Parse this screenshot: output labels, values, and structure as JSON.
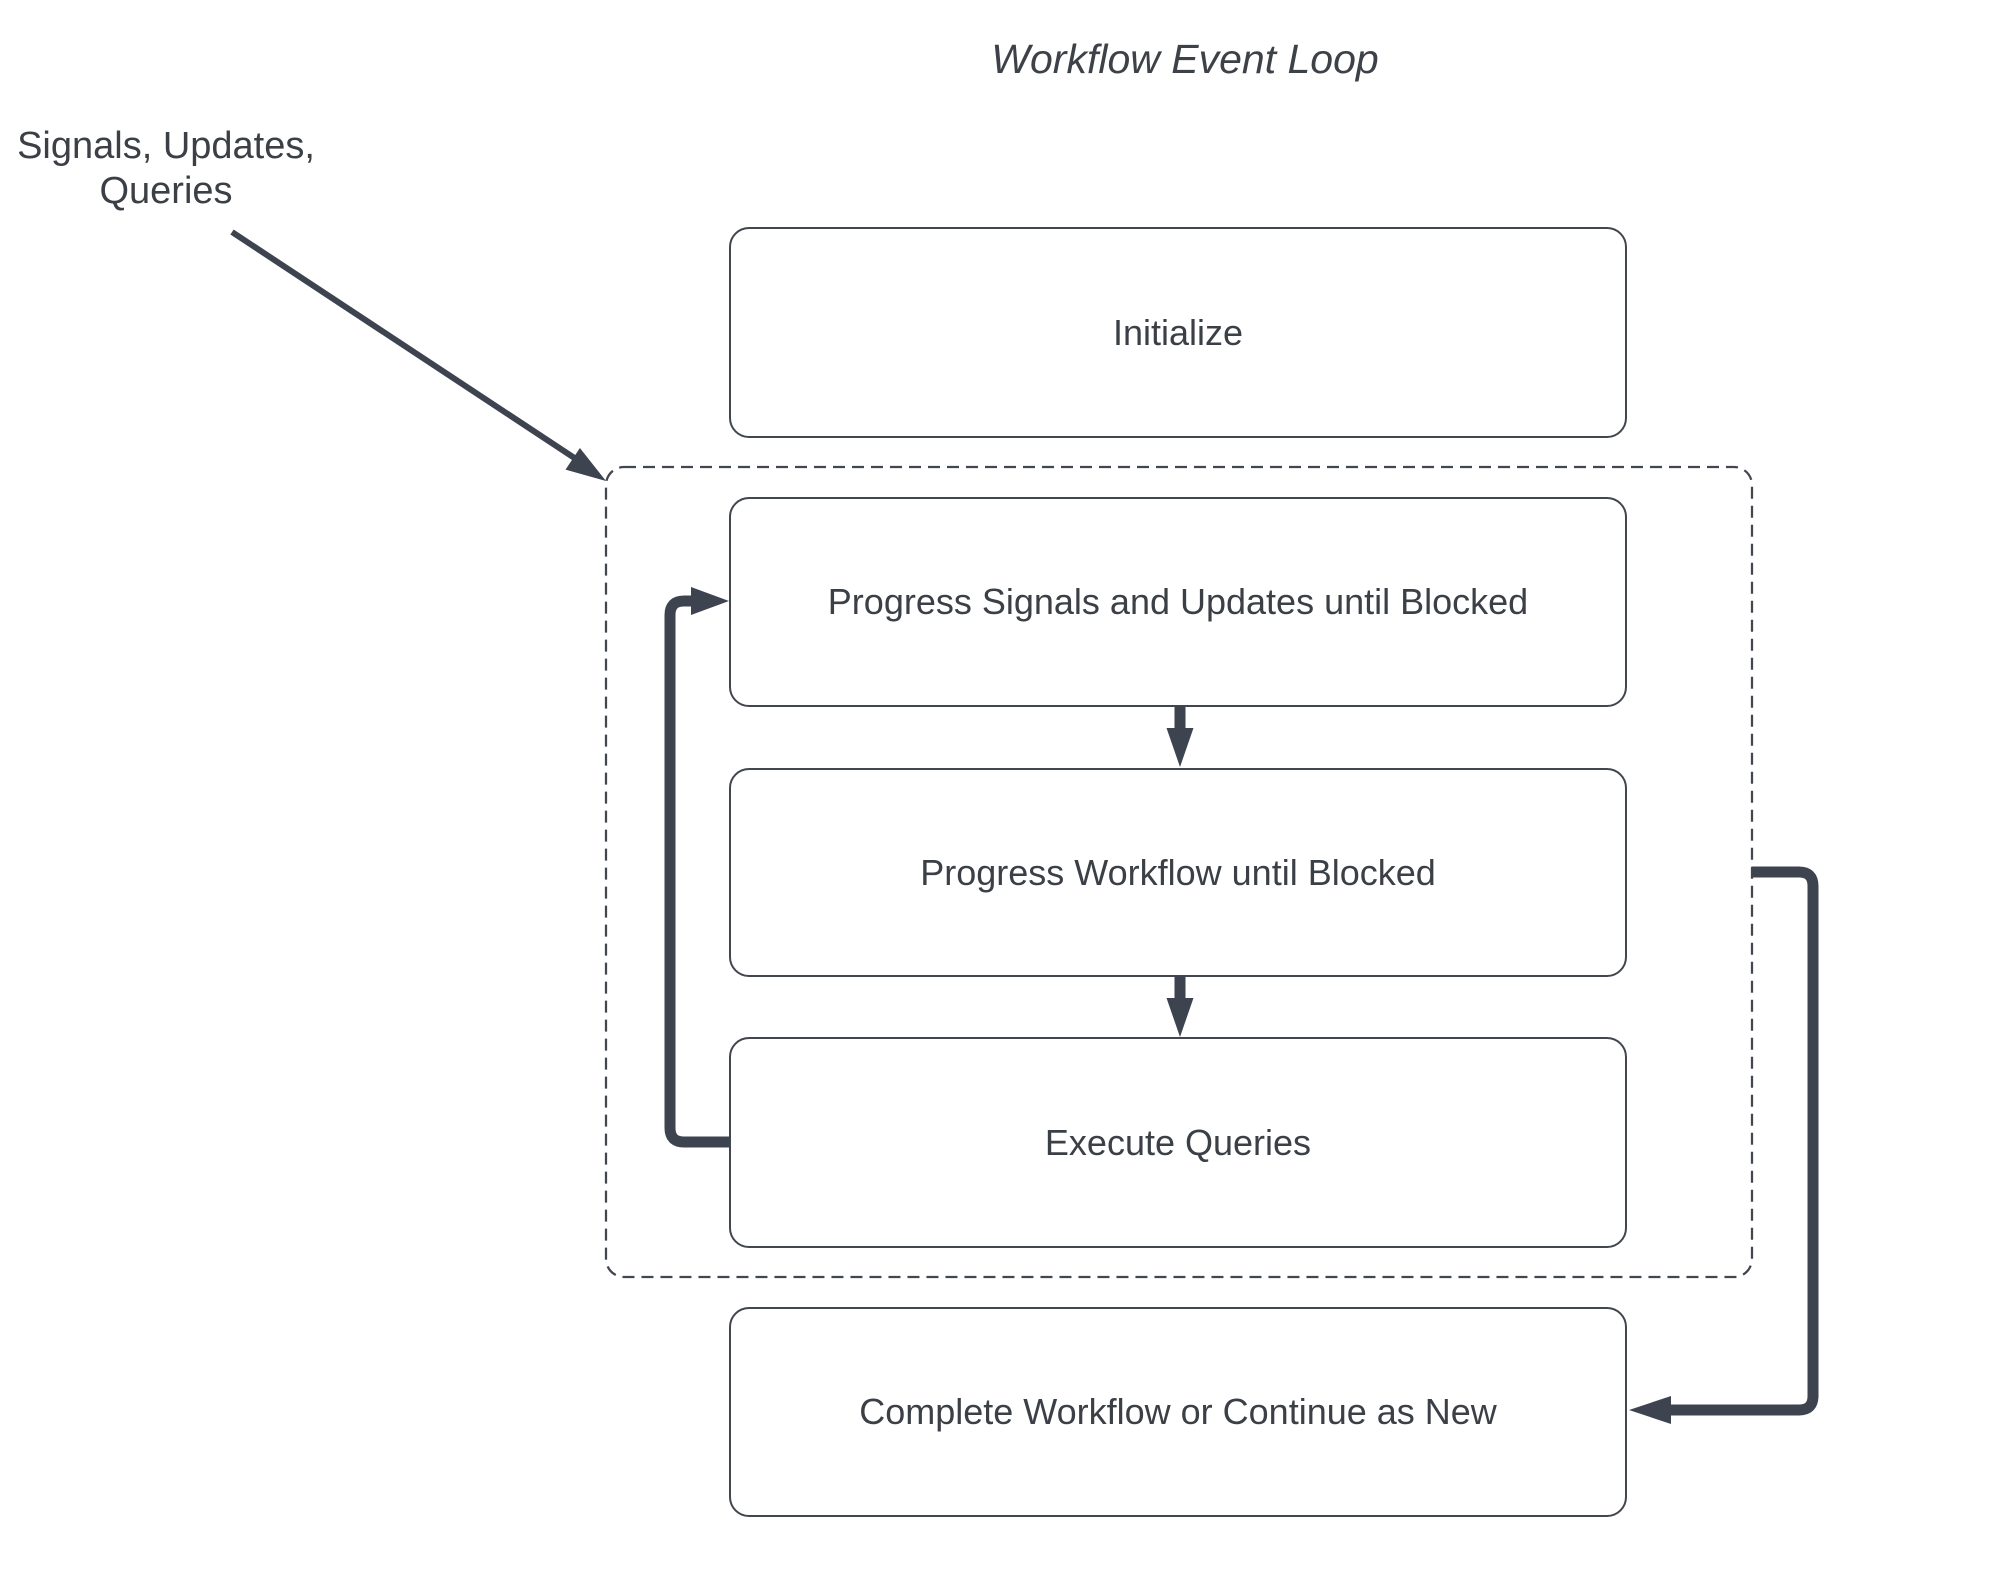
{
  "title": "Workflow Event Loop",
  "annotation": {
    "line1": "Signals, Updates,",
    "line2": "Queries"
  },
  "nodes": [
    {
      "id": "initialize",
      "label": "Initialize"
    },
    {
      "id": "progress-signals",
      "label": "Progress Signals and Updates until Blocked"
    },
    {
      "id": "progress-workflow",
      "label": "Progress Workflow until Blocked"
    },
    {
      "id": "execute-queries",
      "label": "Execute Queries"
    },
    {
      "id": "complete",
      "label": "Complete Workflow or Continue as New"
    }
  ],
  "edges": [
    {
      "from": "signals-updates-queries-annotation",
      "to": "event-loop-container",
      "style": "thin-diagonal-arrow"
    },
    {
      "from": "progress-signals",
      "to": "progress-workflow",
      "style": "down-arrow"
    },
    {
      "from": "progress-workflow",
      "to": "execute-queries",
      "style": "down-arrow"
    },
    {
      "from": "execute-queries",
      "to": "progress-signals",
      "style": "thick-left-loop-arrow"
    },
    {
      "from": "event-loop-container",
      "to": "complete",
      "style": "thick-right-loop-arrow"
    }
  ],
  "container": {
    "id": "event-loop-container",
    "style": "dashed-rounded-rect",
    "contains": [
      "progress-signals",
      "progress-workflow",
      "execute-queries"
    ]
  },
  "colors": {
    "background": "#ffffff",
    "node_fill": "#ffffff",
    "node_border": "#42464e",
    "text": "#3b3f46",
    "arrow": "#3d4450",
    "dashed_border": "#42464e"
  }
}
